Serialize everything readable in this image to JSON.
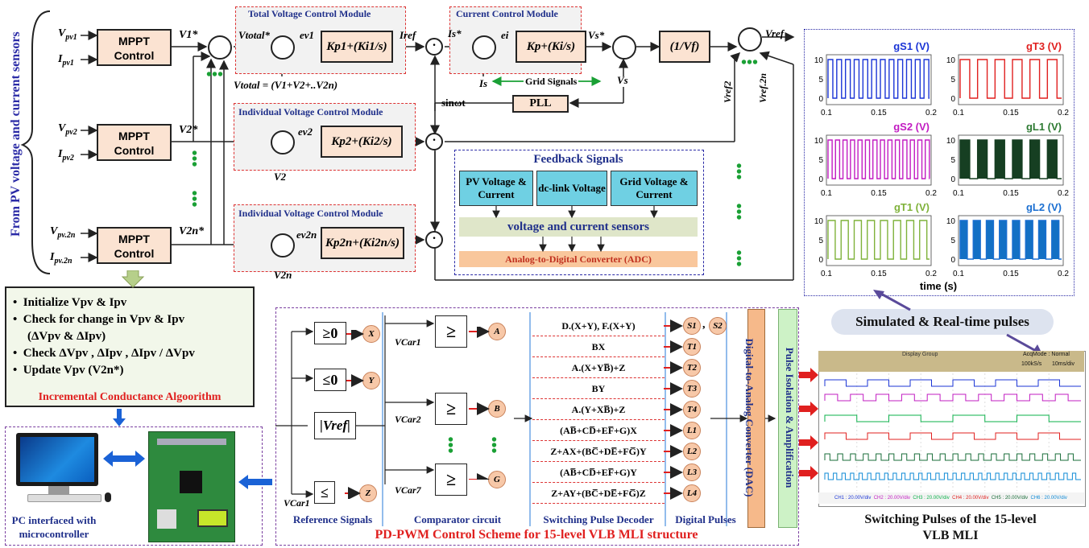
{
  "side_label": "From PV voltage and current sensors",
  "inputs": {
    "vpv1": "V",
    "vpv1_sub": "pv1",
    "ipv1": "I",
    "ipv1_sub": "pv1",
    "vpv2": "V",
    "vpv2_sub": "pv2",
    "ipv2": "I",
    "ipv2_sub": "pv2",
    "vpv2n": "V",
    "vpv2n_sub": "pv.2n",
    "ipv2n": "I",
    "ipv2n_sub": "pv.2n"
  },
  "mppt_label": "MPPT Control",
  "signals": {
    "v1star": "V1*",
    "v2star": "V2*",
    "v2nstar": "V2n*",
    "vtotal_star": "Vtotal*",
    "vtotal_eq": "Vtotal = (V1+V2+..V2n)",
    "ev1": "ev1",
    "ev2": "ev2",
    "ev2n": "ev2n",
    "iref": "Iref",
    "is_star": "Is*",
    "ei": "ei",
    "vs_star": "Vs*",
    "is": "Is",
    "vs": "Vs",
    "grid_signals": "Grid Signals",
    "sinwt": "sinωt",
    "pll": "PLL",
    "v2": "V2",
    "v2n": "V2n",
    "vref": "Vref",
    "vref2": "Vref2",
    "vref2n": "Vref.2n"
  },
  "modules": {
    "total": "Total Voltage Control Module",
    "current": "Current Control Module",
    "indiv1": "Individual Voltage Control Module",
    "indiv2": "Individual Voltage Control Module"
  },
  "controllers": {
    "kp1": "Kp1+(Ki1/s)",
    "kp": "Kp+(Ki/s)",
    "inv_vf": "(1/Vf)",
    "kp2": "Kp2+(Ki2/s)",
    "kp2n": "Kp2n+(Ki2n/s)"
  },
  "feedback": {
    "title": "Feedback Signals",
    "pv": "PV Voltage & Current",
    "dc": "dc-link Voltage",
    "grid": "Grid Voltage & Current",
    "sensors": "voltage and current sensors",
    "adc": "Analog-to-Digital Converter (ADC)"
  },
  "plots": {
    "titles": [
      "gS1 (V)",
      "gT3 (V)",
      "gS2 (V)",
      "gL1 (V)",
      "gT1 (V)",
      "gL2 (V)"
    ],
    "title_colors": [
      "#1b35d6",
      "#e0201f",
      "#c21cc2",
      "#2d7a32",
      "#7fb23a",
      "#1b6fd1"
    ],
    "yticks": [
      "10",
      "5",
      "0"
    ],
    "xticks": [
      "0.1",
      "0.15",
      "0.2"
    ],
    "xlabel": "time (s)"
  },
  "algorithm": {
    "items": [
      "Initialize Vpv & Ipv",
      "Check for change in Vpv & Ipv",
      "(ΔVpv & ΔIpv)",
      "Check ΔVpv , ΔIpv , ΔIpv / ΔVpv",
      "Update Vpv (V2n*)"
    ],
    "title": "Incremental Conductance Algoorithm"
  },
  "pc_label": "PC interfaced with microcontroller",
  "pwm": {
    "ref_signals": "Reference Signals",
    "comparator": "Comparator circuit",
    "decoder": "Switching Pulse Decoder",
    "digital": "Digital Pulses",
    "dac": "Digital-to-Analog Converter (DAC)",
    "isolation": "Pulse Isolation & Amplification",
    "footer": "PD-PWM Control Scheme for 15-level VLB MLI structure",
    "ge0": "≥0",
    "le0": "≤0",
    "vref_abs": "|Vref|",
    "le": "≤",
    "ge": "≥",
    "vcar1": "VCar1",
    "vcar2": "VCar2",
    "vcar7": "VCar7",
    "x": "X",
    "y": "Y",
    "z": "Z",
    "a": "A",
    "b": "B",
    "g": "G",
    "decoder_rows": [
      "D.(X+Y), F.(X+Y)",
      "BX",
      "A.(X+YB̅)+Z",
      "BY",
      "A.(Y+XB̅)+Z",
      "(AB̅+CD̅+EF̅+G)X",
      "Z+AX+(BC̅+DE̅+FG̅)Y",
      "(AB̅+CD̅+EF̅+G)Y",
      "Z+AY+(BC̅+DE̅+FG̅)Z"
    ],
    "outputs": [
      "S1",
      "S2",
      "T1",
      "T2",
      "T3",
      "T4",
      "L1",
      "L2",
      "L3",
      "L4"
    ]
  },
  "scope": {
    "caption": "Simulated & Real-time pulses",
    "display_group": "Display Group",
    "acq_mode": "AcqMode : Normal",
    "sample_rate": "100kS/s",
    "time_div": "10ms/div",
    "channels": [
      "CH1 : 20.00V/div",
      "CH2 : 20.00V/div",
      "CH3 : 20.00V/div",
      "CH4 : 20.00V/div",
      "CH5 : 20.00V/div",
      "CH6 : 20.00V/div"
    ],
    "footer": "Switching Pulses of the 15-level VLB MLI"
  }
}
